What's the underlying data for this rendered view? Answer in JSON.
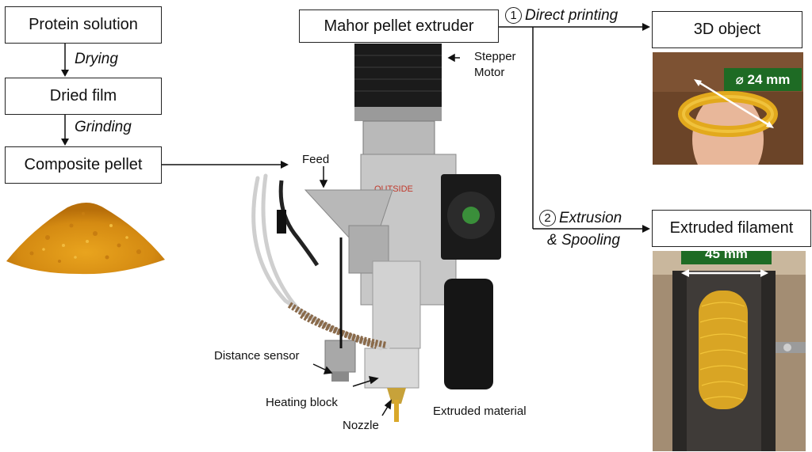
{
  "flow": {
    "protein_solution": "Protein solution",
    "drying": "Drying",
    "dried_film": "Dried film",
    "grinding": "Grinding",
    "composite_pellet": "Composite pellet"
  },
  "extruder": {
    "title": "Mahor pellet extruder",
    "stepper_motor_line1": "Stepper",
    "stepper_motor_line2": "Motor",
    "feed": "Feed",
    "distance_sensor": "Distance sensor",
    "heating_block": "Heating block",
    "nozzle": "Nozzle",
    "extruded_material": "Extruded material",
    "housing_text": "OUTSIDE"
  },
  "outputs": {
    "route1_number": "1",
    "route1_label": "Direct printing",
    "object_title": "3D object",
    "object_dimension": "⌀ 24 mm",
    "route2_number": "2",
    "route2_label_line1": "Extrusion",
    "route2_label_line2": "& Spooling",
    "filament_title": "Extruded filament",
    "filament_dimension": "45 mm"
  },
  "colors": {
    "badge_green": "#1e6b24",
    "pellet_orange": "#d98a14",
    "filament_yellow": "#e8b420"
  }
}
